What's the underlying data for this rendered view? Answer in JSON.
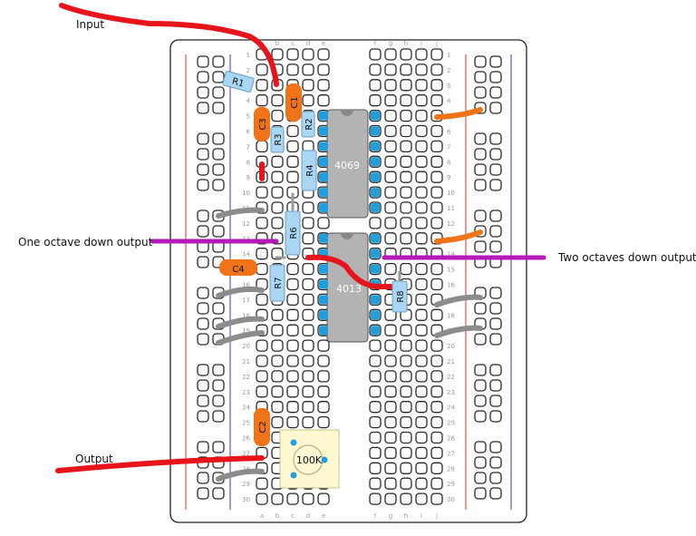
{
  "labels": {
    "input": "Input",
    "one_octave": "One octave down output",
    "two_octaves": "Two octaves down output",
    "output": "Output"
  },
  "board": {
    "row_numbers": [
      "1",
      "2",
      "3",
      "4",
      "5",
      "6",
      "7",
      "8",
      "9",
      "10",
      "11",
      "12",
      "13",
      "14",
      "15",
      "16",
      "17",
      "18",
      "19",
      "20",
      "21",
      "22",
      "23",
      "24",
      "25",
      "26",
      "27",
      "28",
      "29",
      "30"
    ],
    "cols_left": [
      "a",
      "b",
      "c",
      "d",
      "e"
    ],
    "cols_right": [
      "f",
      "g",
      "h",
      "i",
      "j"
    ]
  },
  "chips": {
    "top": "4069",
    "bottom": "4013"
  },
  "resistors": {
    "r1": "R1",
    "r2": "R2",
    "r3": "R3",
    "r4": "R4",
    "r6": "R6",
    "r7": "R7",
    "r8": "R8"
  },
  "capacitors": {
    "c1": "C1",
    "c2": "C2",
    "c3": "C3",
    "c4": "C4"
  },
  "pot": {
    "value": "100K"
  },
  "colors": {
    "red_wire": "#e8141c",
    "purple_wire": "#b31ab8",
    "orange": "#f07318",
    "grey_wire": "#8c8c8c",
    "resistor": "#a9d6f4",
    "chip": "#b3b3b3",
    "pin": "#1fa0dd",
    "pot_body": "#fdf8d2"
  }
}
